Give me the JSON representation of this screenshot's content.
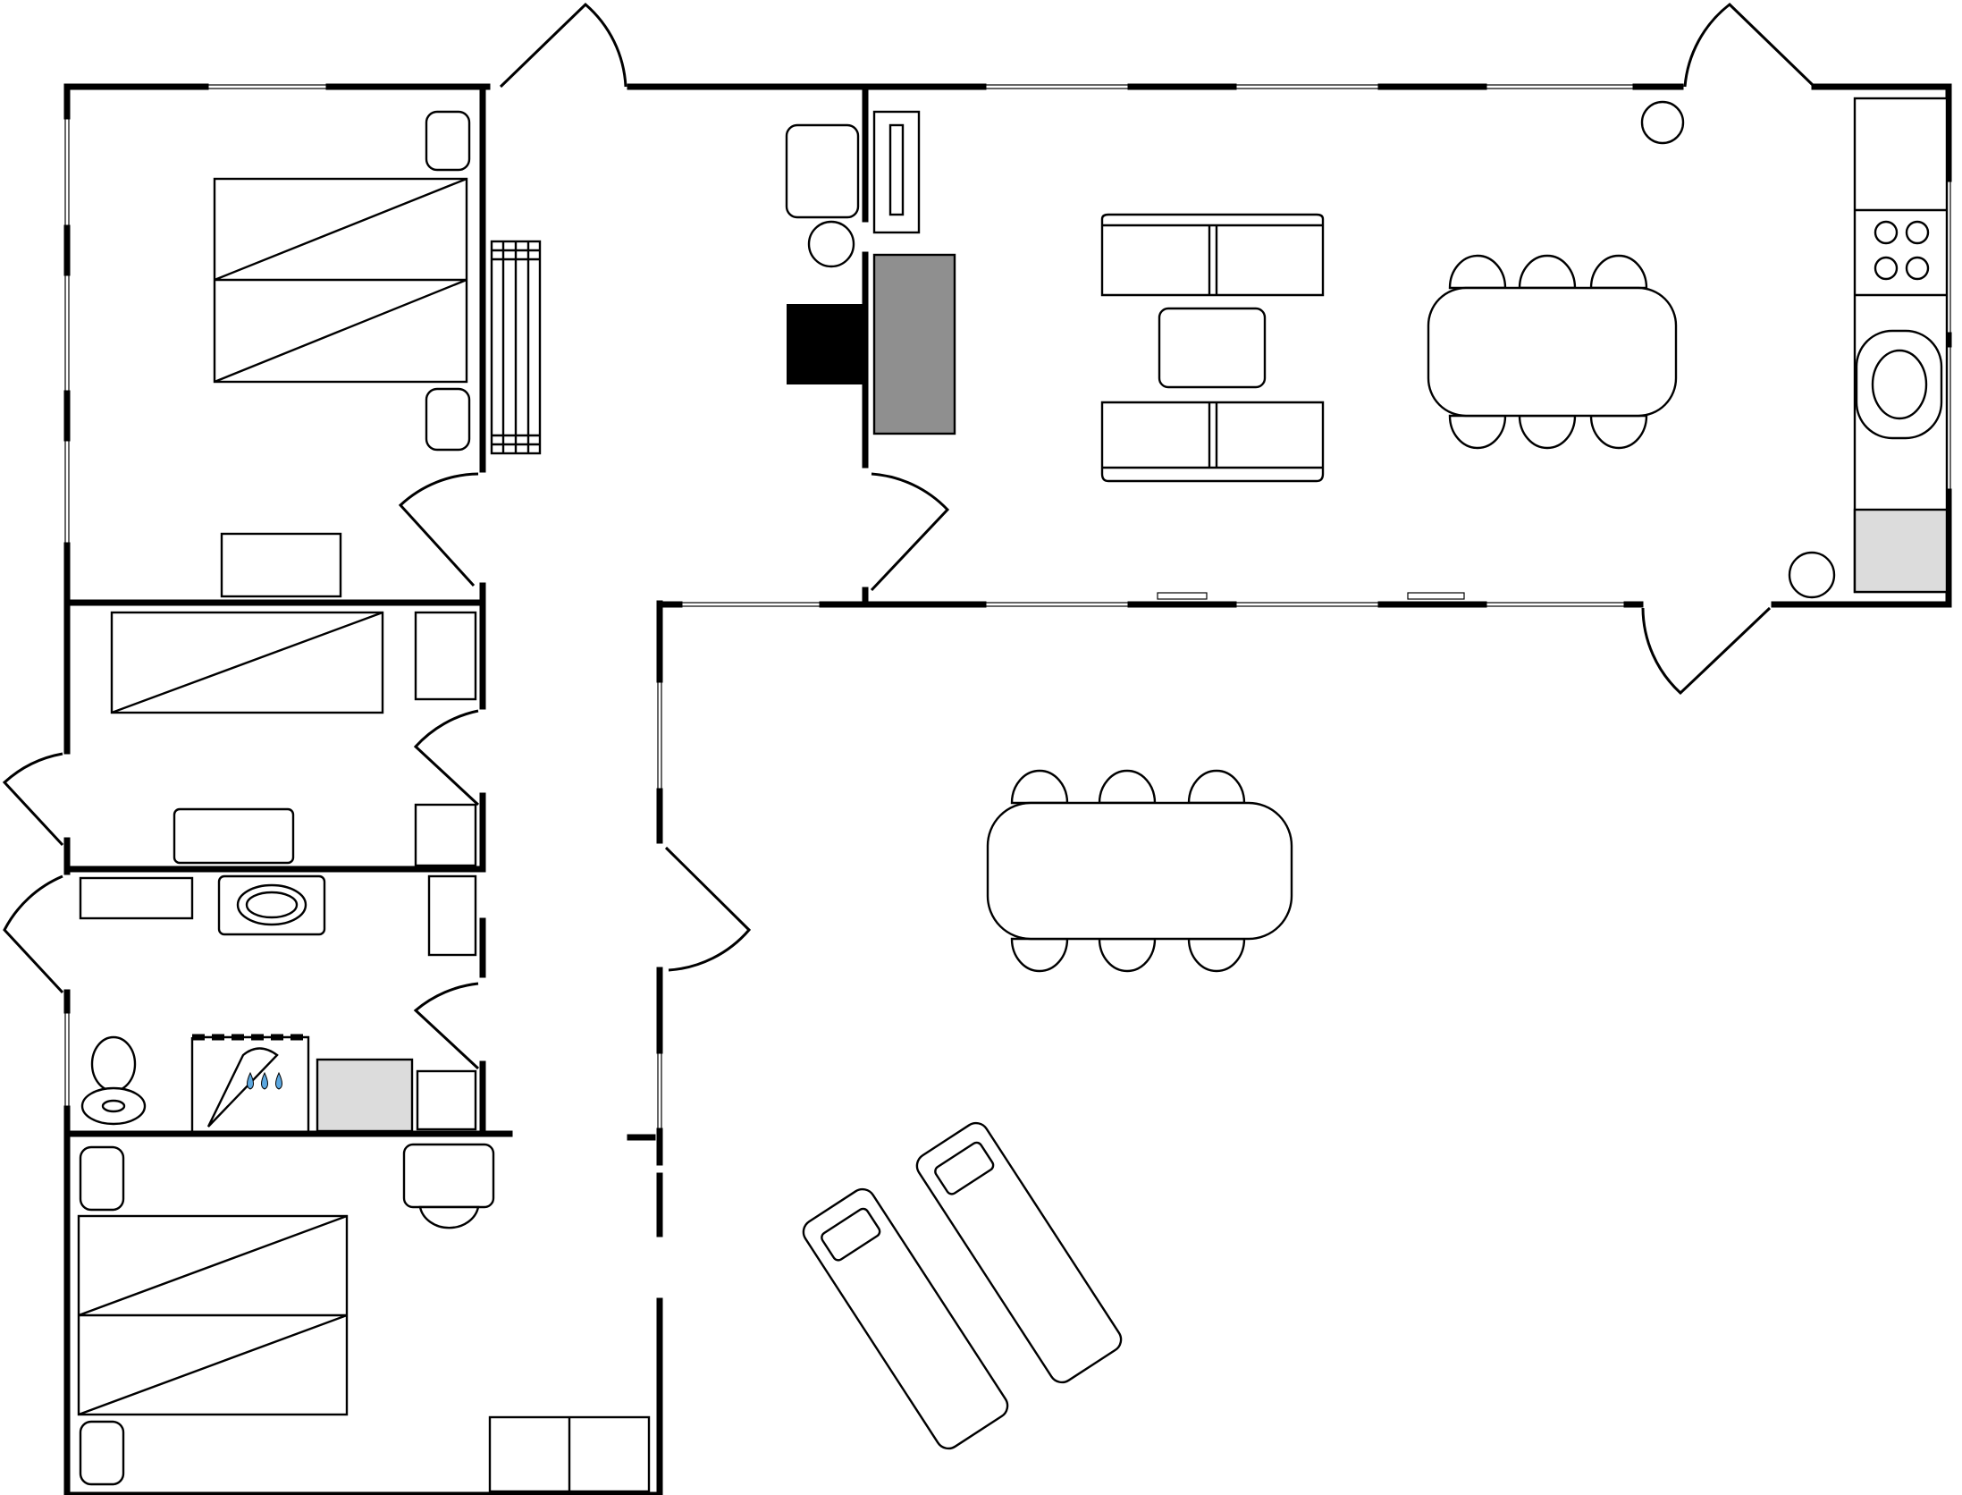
{
  "diagram": {
    "type": "floor-plan",
    "labels": [],
    "colors": {
      "wall": "#000000",
      "fireplace": "#000000",
      "stove_top": "#8f8f8f",
      "counter_block": "#dcdcdc",
      "shower_water": "#5ba7e0"
    },
    "rooms": [
      {
        "name": "bedroom-top-left",
        "furniture": [
          "double-bed",
          "nightstand",
          "nightstand",
          "dresser",
          "wardrobe"
        ]
      },
      {
        "name": "hallway",
        "furniture": [
          "armchair",
          "side-table"
        ]
      },
      {
        "name": "living-dining-kitchen",
        "furniture": [
          "fireplace",
          "wood-stove",
          "sofa",
          "sofa",
          "coffee-table",
          "dining-table",
          "chair",
          "chair",
          "chair",
          "chair",
          "chair",
          "chair",
          "plant",
          "plant",
          "kitchen-counter",
          "cooktop",
          "sink",
          "fridge"
        ]
      },
      {
        "name": "bedroom-middle",
        "furniture": [
          "single-bed",
          "desk",
          "cabinet",
          "cabinet"
        ]
      },
      {
        "name": "utility-room",
        "furniture": [
          "counter",
          "sink",
          "cabinet"
        ]
      },
      {
        "name": "bathroom",
        "furniture": [
          "toilet",
          "shower",
          "washing-machine",
          "cabinet"
        ]
      },
      {
        "name": "bedroom-bottom-left",
        "furniture": [
          "double-bed",
          "nightstand",
          "nightstand",
          "desk",
          "stool",
          "wardrobe"
        ]
      },
      {
        "name": "terrace",
        "furniture": [
          "outdoor-table",
          "chair",
          "chair",
          "chair",
          "chair",
          "chair",
          "chair",
          "sun-lounger",
          "sun-lounger"
        ]
      }
    ]
  }
}
